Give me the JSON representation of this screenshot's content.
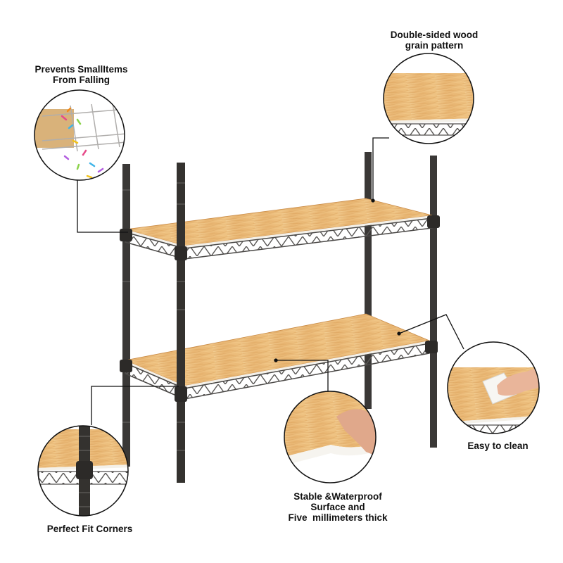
{
  "callouts": {
    "falling": {
      "line1": "Prevents SmallItems",
      "line2": "From Falling"
    },
    "wood": {
      "line1": "Double-sided wood",
      "line2": "grain pattern"
    },
    "clean": {
      "line1": "Easy to clean"
    },
    "stable": {
      "line1": "Stable &Waterproof",
      "line2": "Surface and",
      "line3": "Five  millimeters thick"
    },
    "corners": {
      "line1": "Perfect Fit Corners"
    }
  },
  "colors": {
    "wood_light": "#f1c98a",
    "wood_dark": "#d99d55",
    "frame": "#3a3836",
    "wire": "#6a6866",
    "liner_edge": "#f4f1ea",
    "label_text": "#111111"
  },
  "product": {
    "type": "2-tier wire shelving unit with wood grain shelf liners",
    "tiers": 2,
    "liner_count": 2
  }
}
